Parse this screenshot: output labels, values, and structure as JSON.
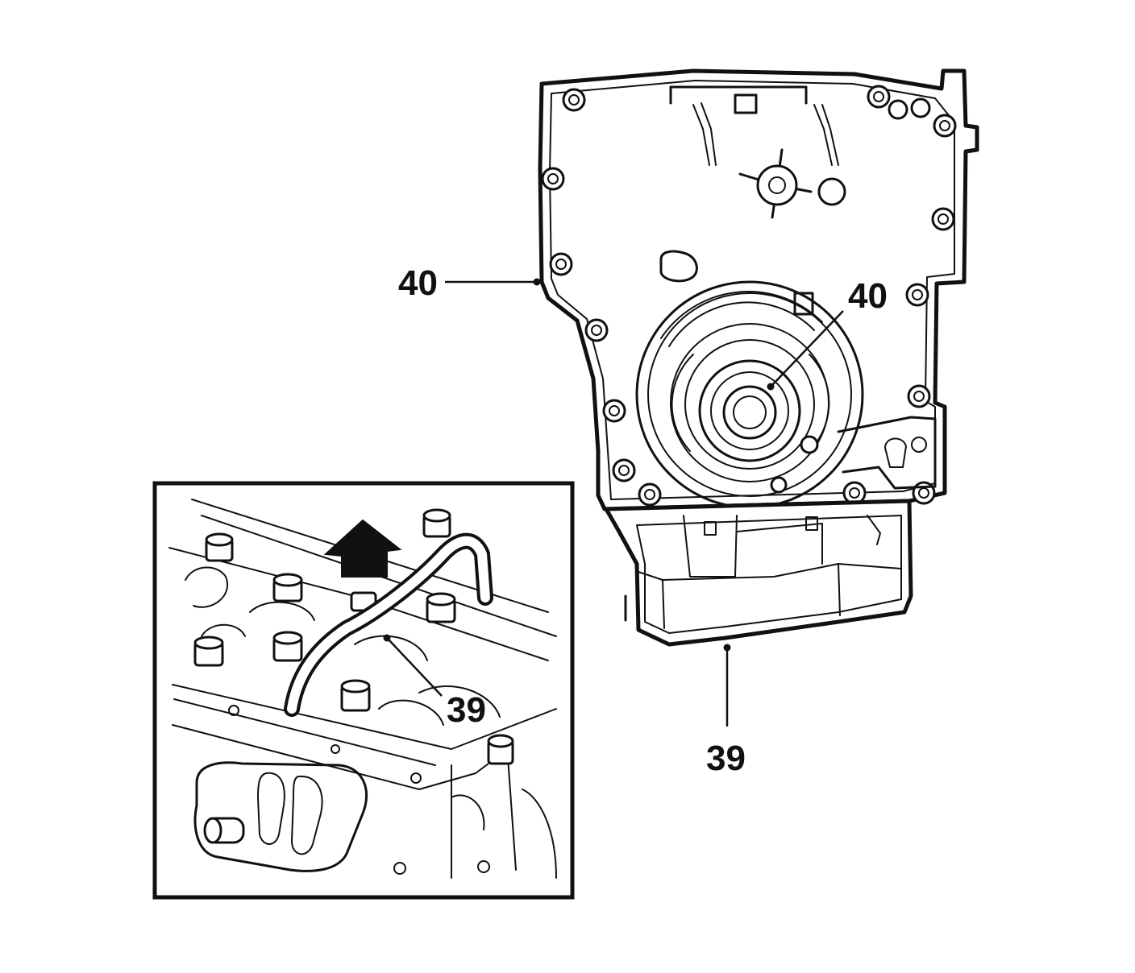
{
  "callouts": {
    "cover_gasket_left": "40",
    "cover_gasket_center": "40",
    "pan_gasket_inset": "39",
    "pan_gasket_bottom": "39"
  }
}
